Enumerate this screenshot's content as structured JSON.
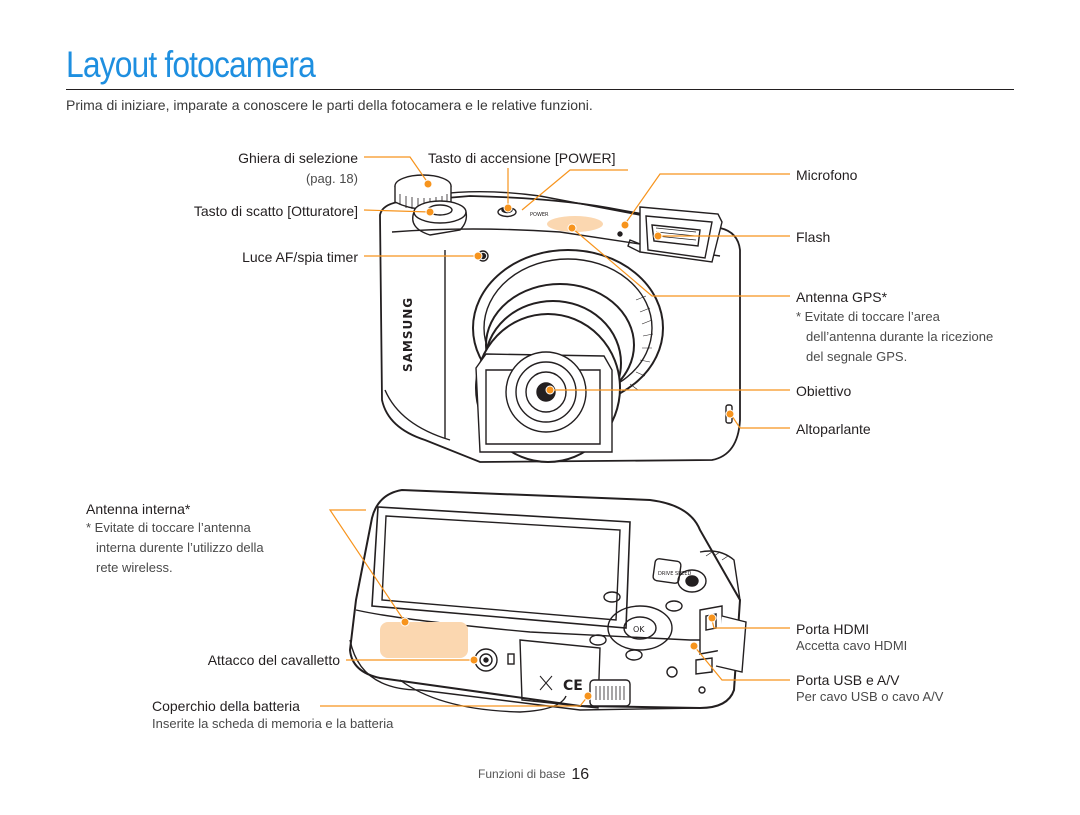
{
  "page": {
    "title": "Layout fotocamera",
    "intro": "Prima di iniziare, imparate a conoscere le parti della fotocamera e le relative funzioni."
  },
  "labels": {
    "ghiera": "Ghiera di selezione",
    "ghiera_page": "(pag. 18)",
    "tasto_power": "Tasto di accensione [POWER]",
    "scatto": "Tasto di scatto [Otturatore]",
    "luce_af": "Luce AF/spia timer",
    "microfono": "Microfono",
    "flash": "Flash",
    "antenna_gps": "Antenna GPS*",
    "gps_note_1": "* Evitate di toccare l’area",
    "gps_note_2": "dell’antenna durante la ricezione",
    "gps_note_3": "del segnale GPS.",
    "obiettivo": "Obiettivo",
    "altoparlante": "Altoparlante",
    "antenna_interna": "Antenna interna*",
    "int_note_1": "* Evitate di toccare l’antenna",
    "int_note_2": "interna durente l’utilizzo della",
    "int_note_3": "rete wireless.",
    "cavalletto": "Attacco del cavalletto",
    "coperchio": "Coperchio della batteria",
    "coperchio_note": "Inserite la scheda di memoria e la batteria",
    "hdmi": "Porta HDMI",
    "hdmi_note": "Accetta cavo HDMI",
    "usb": "Porta USB e A/V",
    "usb_note": "Per cavo USB o cavo A/V"
  },
  "camera": {
    "brand": "SAMSUNG",
    "dial_text": "POWER",
    "ok_label": "OK",
    "drive_label": "DRIVE SPEED",
    "ce_mark": "CE"
  },
  "footer": {
    "section": "Funzioni di base",
    "page_number": "16"
  },
  "colors": {
    "accent": "#1e8fe0",
    "callout": "#f7941d",
    "gps_area": "#fbd7b0"
  }
}
